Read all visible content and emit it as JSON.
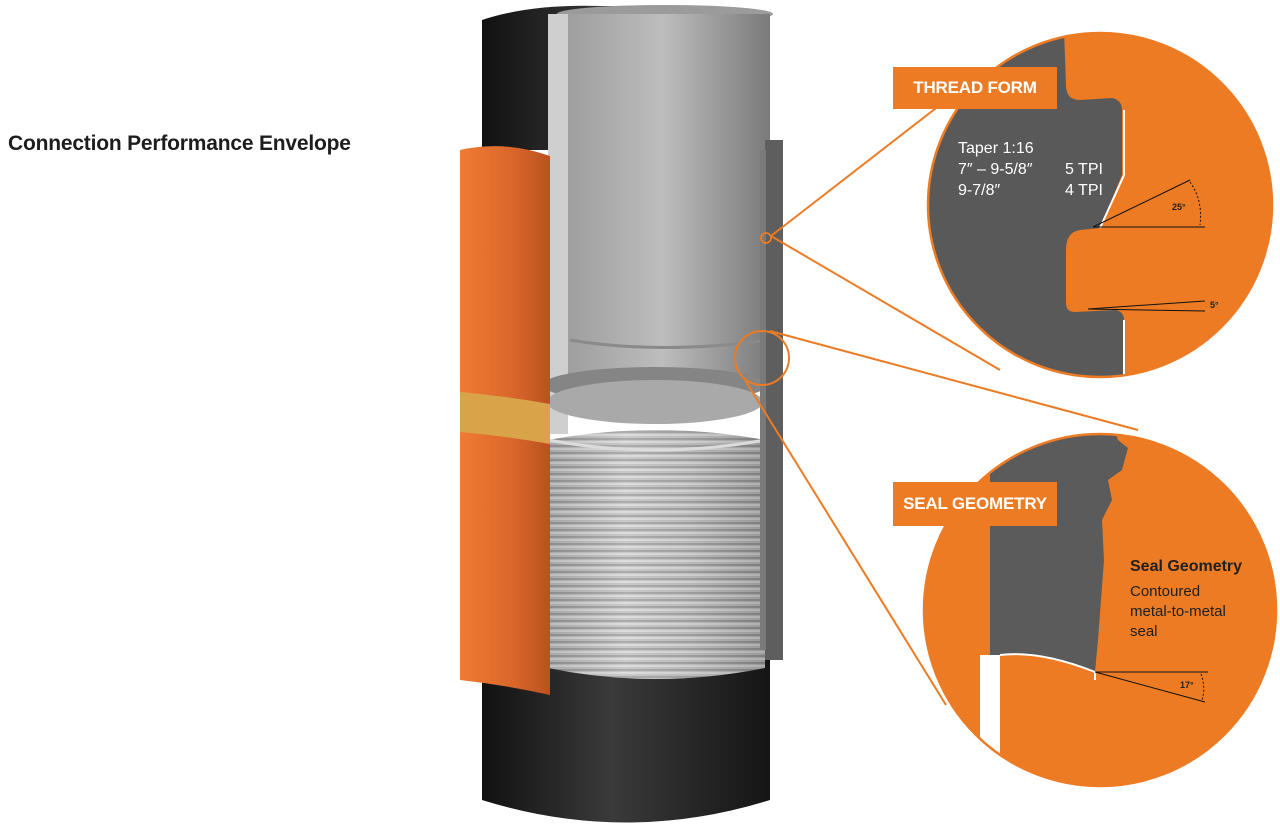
{
  "title": "Connection Performance Envelope",
  "thread_form": {
    "label": "THREAD FORM",
    "taper": "Taper 1:16",
    "rows": [
      {
        "size": "7″ – 9-5/8″",
        "tpi": "5 TPI"
      },
      {
        "size": "9-7/8″",
        "tpi": "4 TPI"
      }
    ],
    "flank_angle": "25°",
    "load_angle": "5°"
  },
  "seal_geometry": {
    "label": "SEAL GEOMETRY",
    "heading": "Seal Geometry",
    "desc_lines": [
      "Contoured",
      "metal-to-metal",
      "seal"
    ],
    "angle": "17°"
  },
  "colors": {
    "accent": "#ec7b24",
    "steel_dark": "#5b5b5b",
    "pipe_black": "#232323",
    "coupling_orange": "#d9662a",
    "gold_band": "#d9a34a"
  }
}
